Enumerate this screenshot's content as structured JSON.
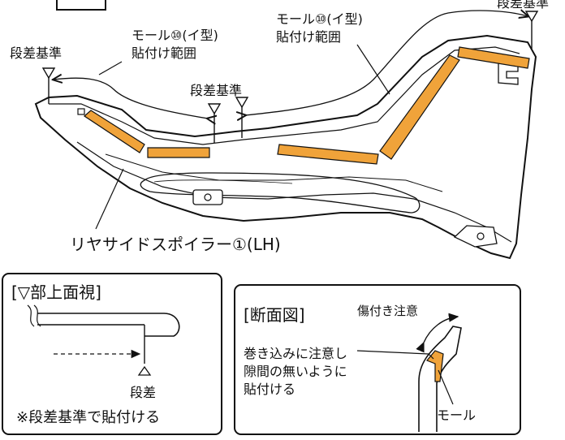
{
  "top_drawing": {
    "label_step_ref_right": "段差基準",
    "label_step_ref_left": "段差基準",
    "label_step_ref_center": "段差基準",
    "label_mall_left_line1": "モール⑩(イ型)",
    "label_mall_left_line2": "貼付け範囲",
    "label_mall_right_line1": "モール⑩(イ型)",
    "label_mall_right_line2": "貼付け範囲",
    "part_label": "リヤサイドスポイラー①(LH)",
    "tape_color": "#F0A33A"
  },
  "detail_left": {
    "title": "[▽部上面視]",
    "step_label": "段差",
    "note": "※段差基準で貼付ける"
  },
  "detail_right": {
    "title": "[断面図]",
    "damage_note": "傷付き注意",
    "instruction_line1": "巻き込みに注意し",
    "instruction_line2": "隙間の無いように",
    "instruction_line3": "貼付ける",
    "mall_label": "モール"
  }
}
